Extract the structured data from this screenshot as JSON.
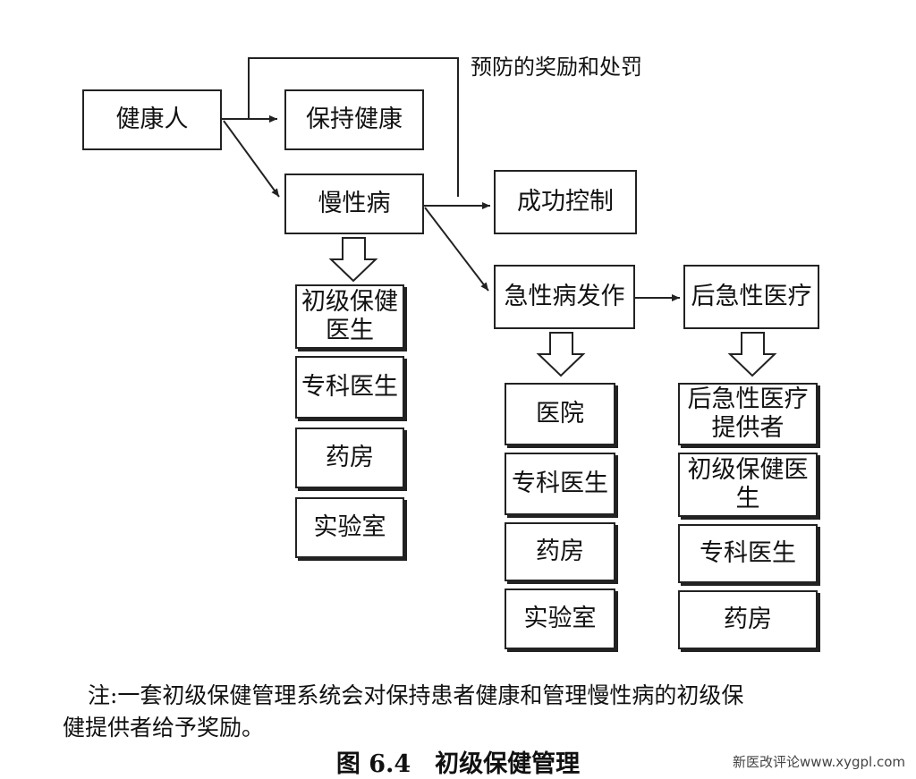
{
  "nodes": {
    "healthy": "健康人",
    "keep_healthy": "保持健康",
    "chronic": "慢性病",
    "success": "成功控制",
    "acute": "急性病发作",
    "post_acute": "后急性医疗"
  },
  "reward_label": "预防的奖励和处罚",
  "chronic_providers": [
    "初级保健医生",
    "专科医生",
    "药房",
    "实验室"
  ],
  "acute_providers": [
    "医院",
    "专科医生",
    "药房",
    "实验室"
  ],
  "post_acute_providers": [
    "后急性医疗提供者",
    "初级保健医生",
    "专科医生",
    "药房"
  ],
  "note_line1": "注:一套初级保健管理系统会对保持患者健康和管理慢性病的初级保",
  "note_line2": "健提供者给予奖励。",
  "caption": "图 6.4　初级保健管理",
  "watermark": "新医改评论www.xygpl.com"
}
